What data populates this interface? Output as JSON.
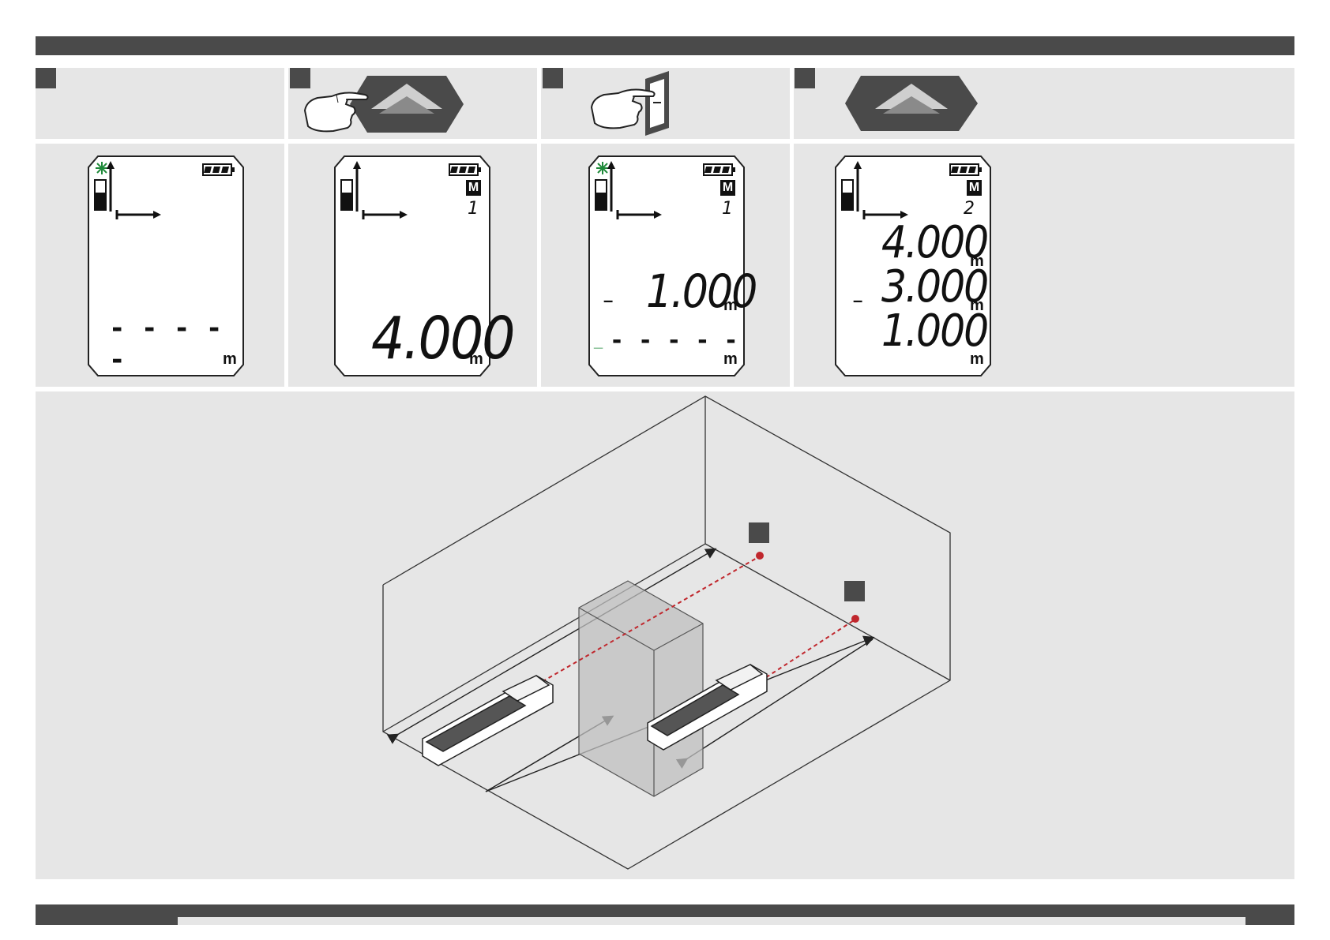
{
  "steps": [
    {
      "badge": "",
      "display": {
        "laser_indicator": true,
        "memory": false,
        "memory_index": "",
        "lines": [
          {
            "prefix": "",
            "value": "- - - - -",
            "unit": "m"
          }
        ]
      }
    },
    {
      "badge": "",
      "action_icon": "press-triangle-key",
      "display": {
        "laser_indicator": false,
        "memory": true,
        "memory_label": "M",
        "memory_index": "1",
        "lines": [
          {
            "prefix": "",
            "value": "4.000",
            "unit": "m"
          }
        ]
      }
    },
    {
      "badge": "",
      "action_icon": "press-minus-key",
      "display": {
        "laser_indicator": true,
        "memory": true,
        "memory_label": "M",
        "memory_index": "1",
        "lines": [
          {
            "prefix": "–",
            "value": "1.000",
            "unit": "m"
          },
          {
            "prefix": "_",
            "value": "- - - - -",
            "unit": "m"
          }
        ]
      }
    },
    {
      "badge": "",
      "action_icon": "triangle-key",
      "display": {
        "laser_indicator": false,
        "memory": true,
        "memory_label": "M",
        "memory_index": "2",
        "lines": [
          {
            "prefix": "",
            "value": "4.000",
            "unit": "m"
          },
          {
            "prefix": "–",
            "value": "3.000",
            "unit": "m"
          },
          {
            "prefix": "",
            "value": "1.000",
            "unit": "m"
          }
        ]
      }
    }
  ],
  "illustration": {
    "markers": [
      "",
      ""
    ],
    "laser_color": "#c0272d",
    "scene": "room-with-obstacle-two-measurements"
  },
  "colors": {
    "bar": "#4a4a4a",
    "panel": "#e6e6e6",
    "laser_indicator": "#1f8a3a",
    "laser_beam": "#c0272d"
  }
}
